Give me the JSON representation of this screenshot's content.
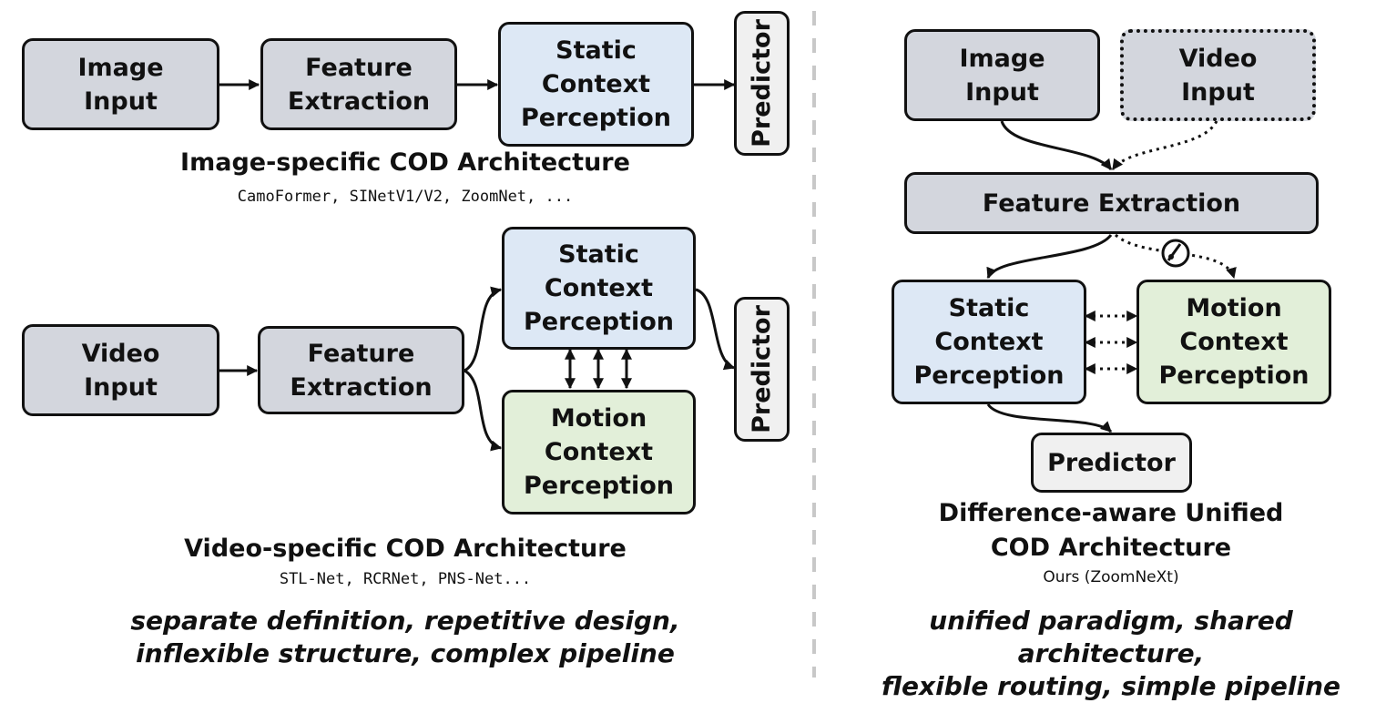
{
  "image_specific": {
    "image_input": "Image\nInput",
    "feature_extraction": "Feature\nExtraction",
    "static_context": "Static\nContext\nPerception",
    "predictor": "Predictor",
    "title": "Image-specific COD Architecture",
    "examples": "CamoFormer, SINetV1/V2, ZoomNet, ..."
  },
  "video_specific": {
    "video_input": "Video\nInput",
    "feature_extraction": "Feature\nExtraction",
    "static_context": "Static\nContext\nPerception",
    "motion_context": "Motion\nContext\nPerception",
    "predictor": "Predictor",
    "title": "Video-specific COD Architecture",
    "examples": "STL-Net, RCRNet, PNS-Net..."
  },
  "left_slogan": "separate definition, repetitive design,\ninflexible structure, complex pipeline",
  "unified": {
    "image_input": "Image\nInput",
    "video_input": "Video\nInput",
    "feature_extraction": "Feature Extraction",
    "static_context": "Static\nContext\nPerception",
    "motion_context": "Motion\nContext\nPerception",
    "predictor": "Predictor",
    "title": "Difference-aware Unified\nCOD Architecture",
    "examples": "Ours (ZoomNeXt)",
    "slogan": "unified paradigm, shared architecture,\nflexible routing, simple pipeline"
  },
  "colors": {
    "input_gray": "#d3d6dd",
    "static_blue": "#dde8f5",
    "motion_green": "#e2efd9",
    "predictor_light": "#f0f0f0",
    "divider": "#c8c8c8"
  }
}
